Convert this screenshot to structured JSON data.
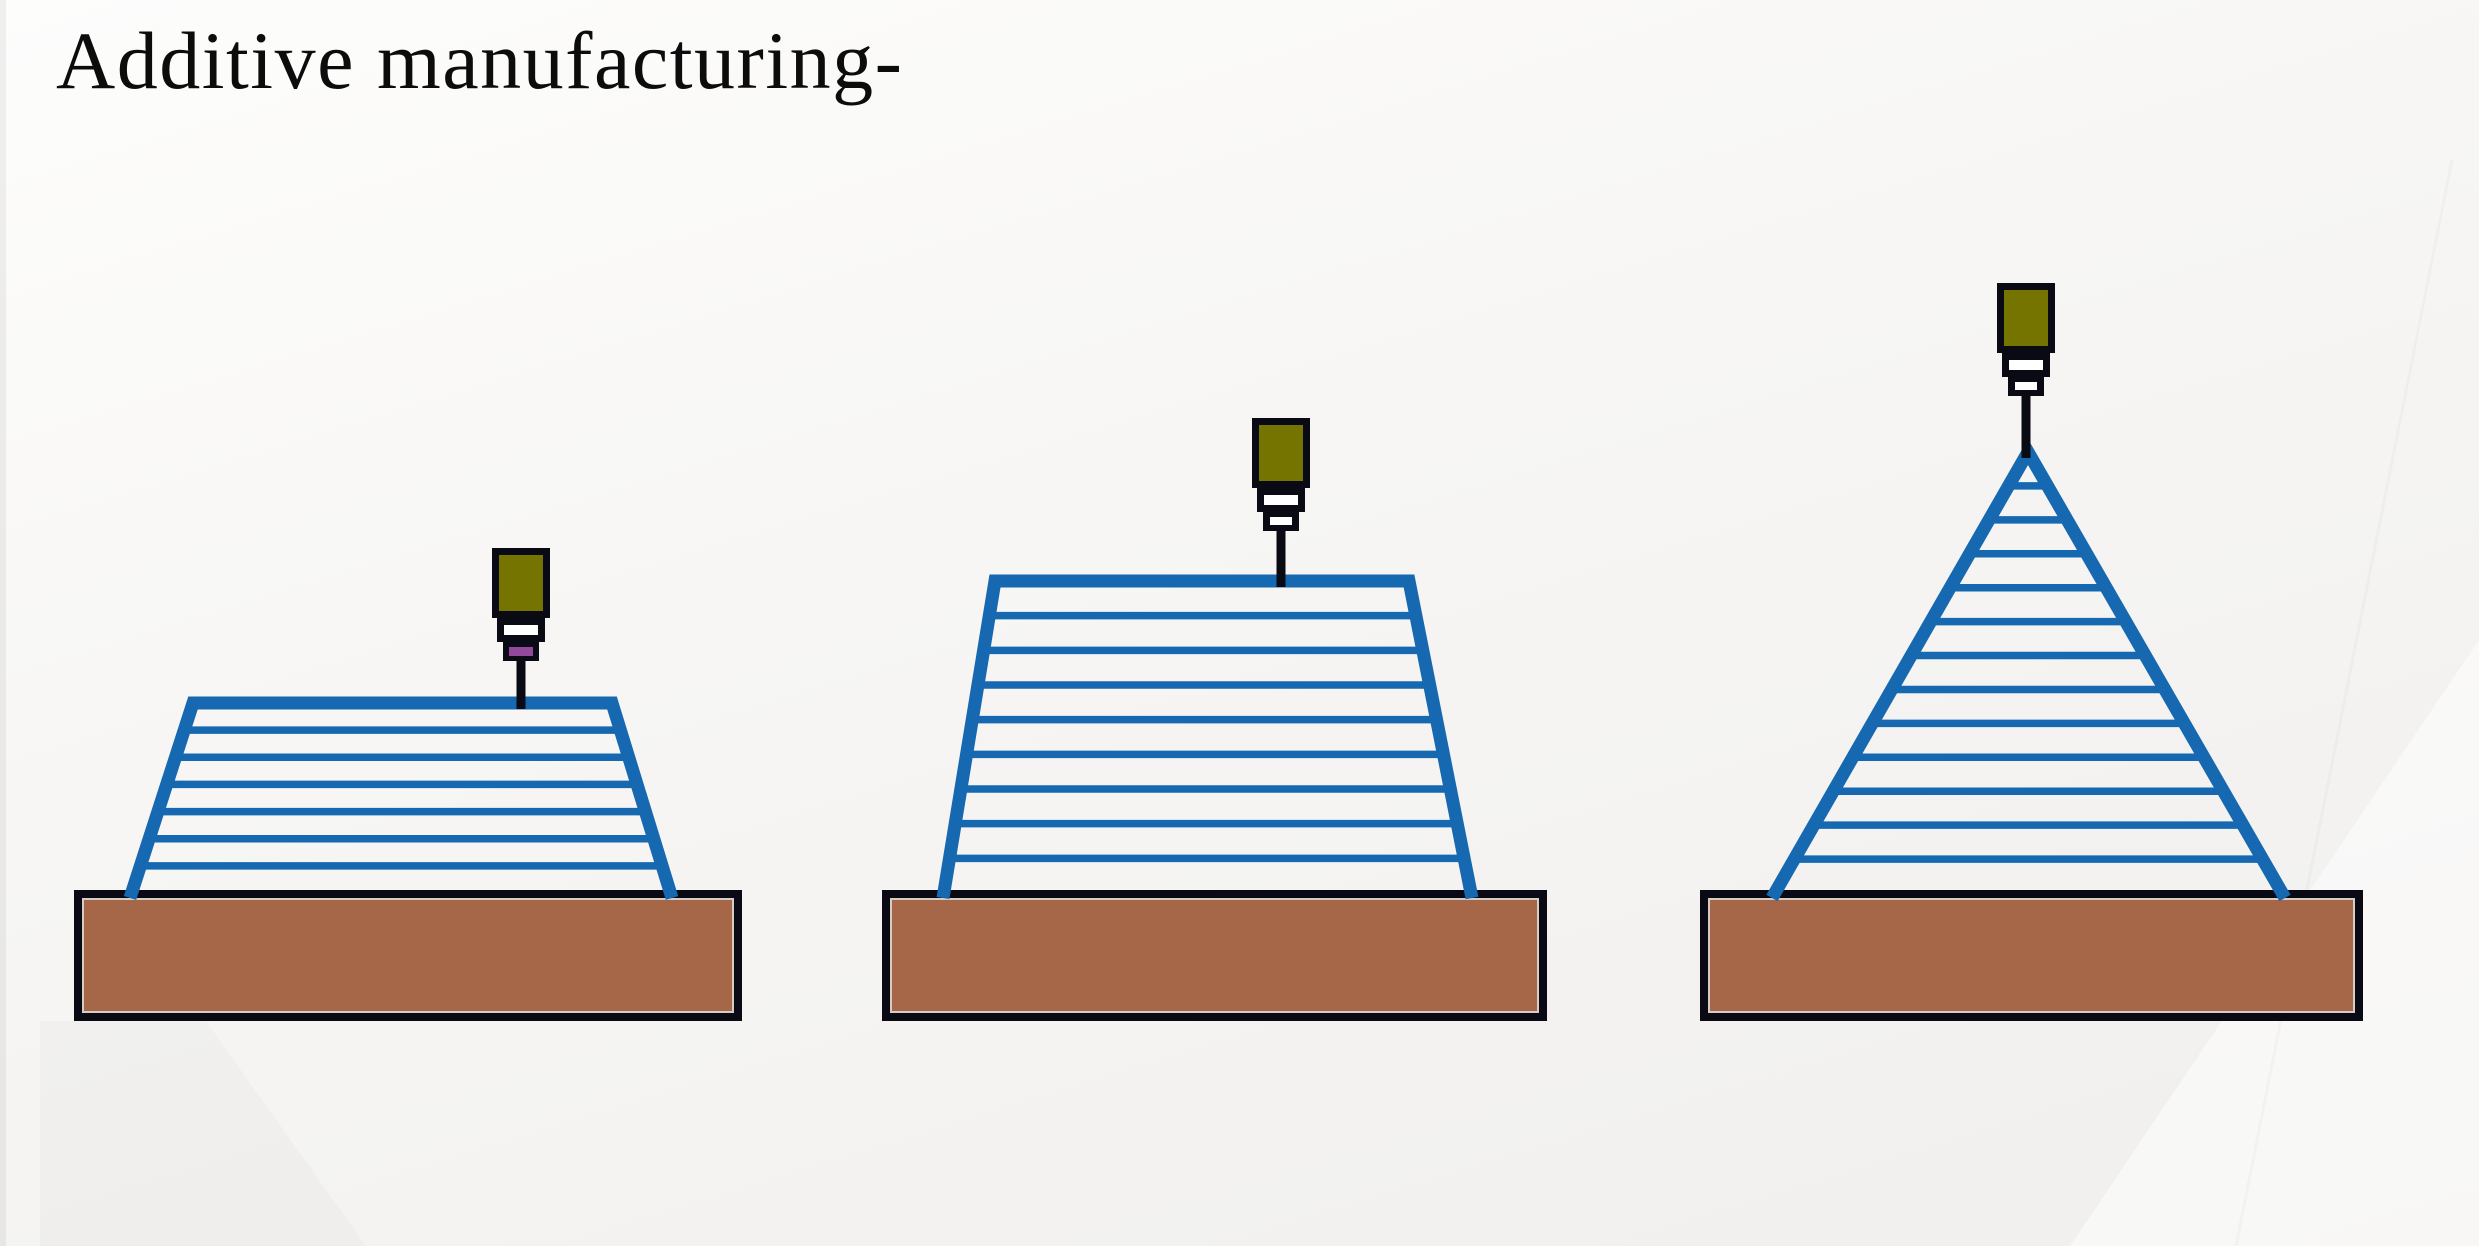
{
  "title": "Additive manufacturing-",
  "colors": {
    "layer_blue": "#1668b0",
    "plate_brown": "#a56747",
    "plate_inner_line": "#d6cdc7",
    "outline_ink": "#0a0a14",
    "nozzle_olive": "#757400",
    "nozzle_tip_purple": "#92489b",
    "nozzle_step_white": "#ffffff",
    "title_color": "#0c0c0c",
    "background": "#f5f4f2"
  },
  "stages": [
    {
      "label": "stage-1",
      "part_shape": "truncated-trapezoid",
      "layer_lines": 6,
      "print_head": "deposition-head",
      "tip_color": "purple"
    },
    {
      "label": "stage-2",
      "part_shape": "tall-trapezoid",
      "layer_lines": 8,
      "print_head": "deposition-head",
      "tip_color": "white"
    },
    {
      "label": "stage-3",
      "part_shape": "pyramid",
      "layer_lines": 12,
      "print_head": "deposition-head",
      "tip_color": "white"
    }
  ]
}
